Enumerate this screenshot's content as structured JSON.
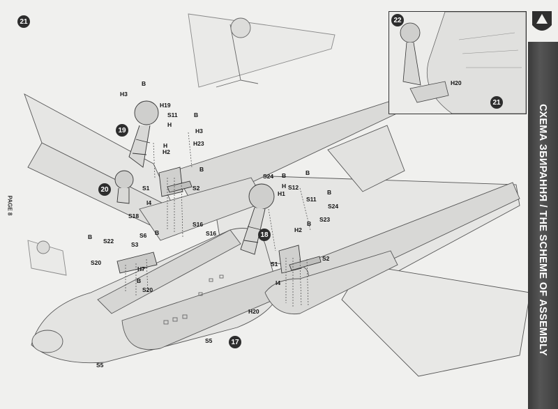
{
  "band_title": "СХЕМА ЗБИРАННЯ / THE SCHEME OF ASSEMBLY",
  "page_label": "PAGE 8",
  "steps": {
    "s21_main": "21",
    "s22": "22",
    "s21_inset": "21",
    "s19": "19",
    "s20": "20",
    "s18": "18",
    "s17": "17"
  },
  "labels": [
    {
      "id": "h3a",
      "t": "H3"
    },
    {
      "id": "h19",
      "t": "H19"
    },
    {
      "id": "s11a",
      "t": "S11"
    },
    {
      "id": "h3b",
      "t": "H3"
    },
    {
      "id": "h23",
      "t": "H23"
    },
    {
      "id": "h2a",
      "t": "H2"
    },
    {
      "id": "s1a",
      "t": "S1"
    },
    {
      "id": "s2a",
      "t": "S2"
    },
    {
      "id": "i4a",
      "t": "I4"
    },
    {
      "id": "s18",
      "t": "S18"
    },
    {
      "id": "s6",
      "t": "S6"
    },
    {
      "id": "s22",
      "t": "S22"
    },
    {
      "id": "s3",
      "t": "S3"
    },
    {
      "id": "s20a",
      "t": "S20"
    },
    {
      "id": "h7",
      "t": "H7"
    },
    {
      "id": "s20b",
      "t": "S20"
    },
    {
      "id": "s16a",
      "t": "S16"
    },
    {
      "id": "s16b",
      "t": "S16"
    },
    {
      "id": "s24a",
      "t": "S24"
    },
    {
      "id": "h1",
      "t": "H1"
    },
    {
      "id": "s12",
      "t": "S12"
    },
    {
      "id": "s11b",
      "t": "S11"
    },
    {
      "id": "s24b",
      "t": "S24"
    },
    {
      "id": "s23",
      "t": "S23"
    },
    {
      "id": "h2b",
      "t": "H2"
    },
    {
      "id": "s1b",
      "t": "S1"
    },
    {
      "id": "s2b",
      "t": "S2"
    },
    {
      "id": "i4b",
      "t": "I4"
    },
    {
      "id": "h20a",
      "t": "H20"
    },
    {
      "id": "s5a",
      "t": "S5"
    },
    {
      "id": "s5b",
      "t": "S5"
    },
    {
      "id": "h20b",
      "t": "H20"
    },
    {
      "id": "hb1",
      "t": "H"
    },
    {
      "id": "hb2",
      "t": "H"
    },
    {
      "id": "hb3",
      "t": "H"
    },
    {
      "id": "bb1",
      "t": "B"
    },
    {
      "id": "bb2",
      "t": "B"
    },
    {
      "id": "bb3",
      "t": "B"
    },
    {
      "id": "bb4",
      "t": "B"
    },
    {
      "id": "bb5",
      "t": "B"
    },
    {
      "id": "bb6",
      "t": "B"
    },
    {
      "id": "bb7",
      "t": "B"
    },
    {
      "id": "bb8",
      "t": "B"
    },
    {
      "id": "bb9",
      "t": "B"
    },
    {
      "id": "bb10",
      "t": "B"
    }
  ],
  "colors": {
    "line": "#4a4a4a",
    "fill_light": "#e4e4e2",
    "fill_mid": "#d2d2d0",
    "band": "#444444"
  }
}
